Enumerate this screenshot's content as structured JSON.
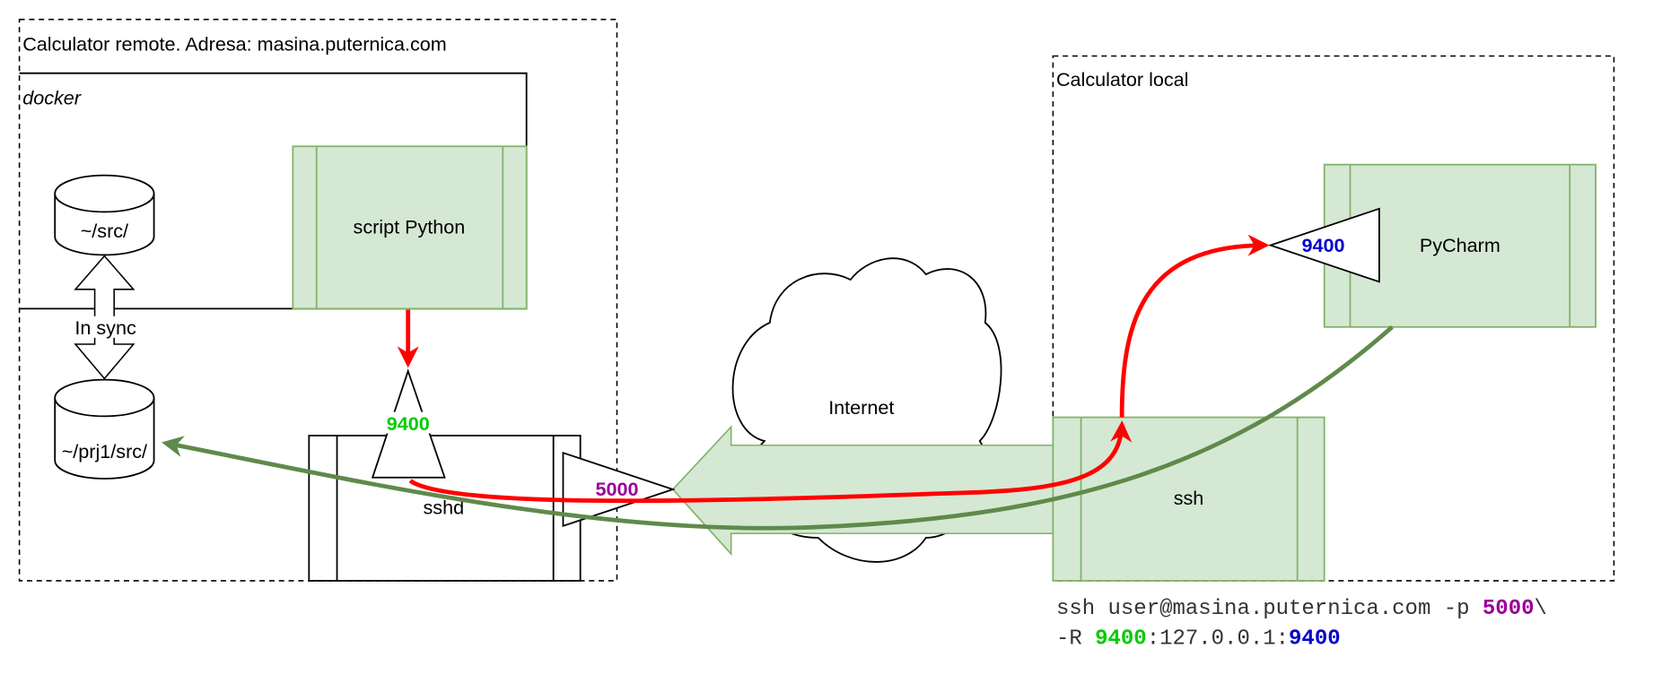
{
  "remote": {
    "title": "Calculator remote. Adresa: masina.puternica.com",
    "docker_label": "docker",
    "script_label": "script Python",
    "src_label": "~/src/",
    "sync_label": "In sync",
    "prj_label": "~/prj1/src/",
    "sshd_label": "sshd",
    "port_9400": "9400",
    "port_5000": "5000"
  },
  "internet_label": "Internet",
  "local": {
    "title": "Calculator local",
    "pycharm_label": "PyCharm",
    "ssh_label": "ssh",
    "port_9400": "9400"
  },
  "command": {
    "line1_prefix": "ssh user@masina.puternica.com -p ",
    "line1_port": "5000",
    "line1_suffix": "\\",
    "line2_prefix": "-R ",
    "line2_remote_port": "9400",
    "line2_mid": ":127.0.0.1:",
    "line2_local_port": "9400"
  },
  "colors": {
    "green_fill": "#d5e8d4",
    "green_stroke": "#82b366",
    "red": "#ff0000",
    "dark_green": "#5f8a4b",
    "port_green": "#00cc00",
    "port_purple": "#990099",
    "port_blue": "#0000cc"
  }
}
